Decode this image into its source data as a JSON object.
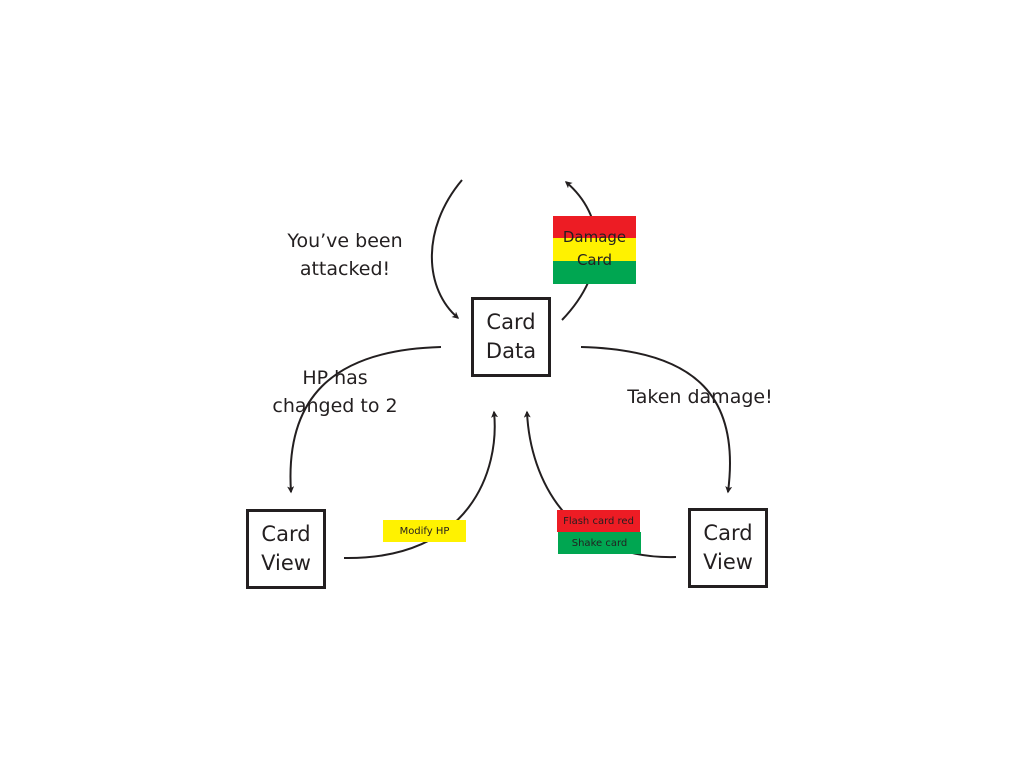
{
  "colors": {
    "ink": "#231f20",
    "red": "#ed1c24",
    "yellow": "#fff200",
    "green": "#00a651"
  },
  "nodes": {
    "card_data": {
      "line1": "Card",
      "line2": "Data"
    },
    "card_view_left": {
      "line1": "Card",
      "line2": "View"
    },
    "card_view_right": {
      "line1": "Card",
      "line2": "View"
    }
  },
  "labels": {
    "attacked": {
      "line1": "You’ve been",
      "line2": "attacked!"
    },
    "hp_changed": {
      "line1": "HP has",
      "line2": "changed to 2"
    },
    "taken_damage": "Taken damage!"
  },
  "damage_card": {
    "line1": "Damage",
    "line2": "Card"
  },
  "tags": {
    "modify_hp": "Modify HP",
    "flash_card_red": "Flash card red",
    "shake_card": "Shake card"
  }
}
